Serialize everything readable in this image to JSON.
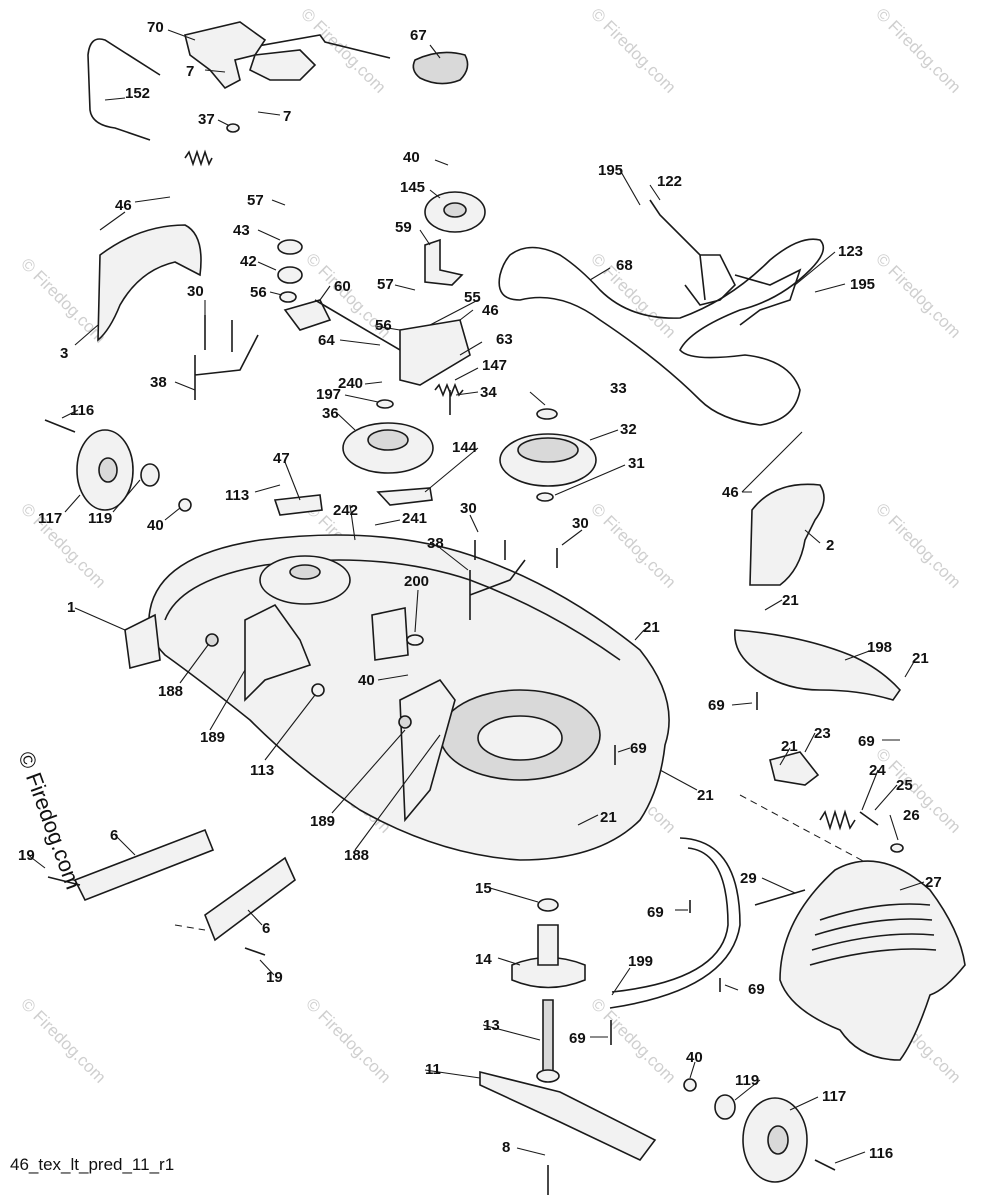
{
  "caption": "46_tex_lt_pred_11_r1",
  "watermark": "© Firedog.com",
  "side_credit": "© Firedog.com",
  "callouts": {
    "p70": "70",
    "p67": "67",
    "p7a": "7",
    "p7b": "7",
    "p152": "152",
    "p37": "37",
    "p40a": "40",
    "p145": "145",
    "p195a": "195",
    "p122": "122",
    "p46a": "46",
    "p57a": "57",
    "p43": "43",
    "p42": "42",
    "p56a": "56",
    "p60": "60",
    "p59": "59",
    "p68": "68",
    "p123": "123",
    "p195b": "195",
    "p3": "3",
    "p30a": "30",
    "p57b": "57",
    "p55": "55",
    "p46b": "46",
    "p56b": "56",
    "p64": "64",
    "p63": "63",
    "p147": "147",
    "p38a": "38",
    "p240": "240",
    "p197": "197",
    "p34": "34",
    "p33": "33",
    "p36": "36",
    "p32": "32",
    "p116a": "116",
    "p117a": "117",
    "p119a": "119",
    "p40b": "40",
    "p47": "47",
    "p144": "144",
    "p31": "31",
    "p113a": "113",
    "p242": "242",
    "p241": "241",
    "p30b": "30",
    "p30c": "30",
    "p46c": "46",
    "p2": "2",
    "p38b": "38",
    "p1": "1",
    "p200": "200",
    "p21a": "21",
    "p21b": "21",
    "p198": "198",
    "p21c": "21",
    "p40c": "40",
    "p188a": "188",
    "p189a": "189",
    "p113b": "113",
    "p69a": "69",
    "p21d": "21",
    "p23": "23",
    "p69b": "69",
    "p24": "24",
    "p25": "25",
    "p69c": "69",
    "p21e": "21",
    "p189b": "189",
    "p21f": "21",
    "p188b": "188",
    "p26": "26",
    "p6a": "6",
    "p19a": "19",
    "p15": "15",
    "p29": "29",
    "p27": "27",
    "p69d": "69",
    "p6b": "6",
    "p19b": "19",
    "p14": "14",
    "p199": "199",
    "p69e": "69",
    "p13": "13",
    "p69f": "69",
    "p11": "11",
    "p40d": "40",
    "p119b": "119",
    "p117b": "117",
    "p8": "8",
    "p116b": "116"
  }
}
